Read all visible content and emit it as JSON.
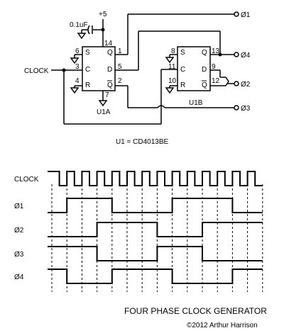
{
  "schematic": {
    "supply_label": "+5",
    "cap_label": "0.1uF",
    "clock_label": "CLOCK",
    "outputs": [
      "Ø1",
      "Ø4",
      "Ø2",
      "Ø3"
    ],
    "u1a": {
      "name": "U1A",
      "pins": {
        "s": "S",
        "c": "C",
        "r": "R",
        "d": "D",
        "q": "Q",
        "qbar": "Q"
      },
      "pin_numbers": {
        "vdd": "14",
        "s": "6",
        "c": "3",
        "r": "4",
        "q": "1",
        "d": "5",
        "qbar": "2",
        "vss": "7"
      }
    },
    "u1b": {
      "name": "U1B",
      "pins": {
        "s": "S",
        "c": "C",
        "r": "R",
        "d": "D",
        "q": "Q",
        "qbar": "Q"
      },
      "pin_numbers": {
        "s": "8",
        "c": "11",
        "r": "10",
        "q": "13",
        "d": "9",
        "qbar": "12"
      }
    },
    "part_note": "U1 = CD4013BE"
  },
  "timing": {
    "signals": [
      {
        "label": "CLOCK",
        "levels": [
          1,
          0,
          1,
          0,
          1,
          0,
          1,
          0,
          1,
          0,
          1,
          0,
          1,
          0,
          1,
          0,
          1,
          0,
          1,
          0,
          1,
          0,
          1,
          0,
          1,
          0,
          1,
          0
        ]
      },
      {
        "label": "Ø1",
        "levels": [
          0,
          0,
          1,
          1,
          1,
          1,
          1,
          1,
          0,
          0,
          0,
          0,
          0,
          0,
          0,
          0,
          1,
          1,
          1,
          1,
          1,
          1,
          1,
          1,
          0,
          0,
          0,
          0
        ]
      },
      {
        "label": "Ø2",
        "levels": [
          0,
          0,
          0,
          0,
          0,
          0,
          1,
          1,
          1,
          1,
          1,
          1,
          1,
          1,
          0,
          0,
          0,
          0,
          0,
          0,
          1,
          1,
          1,
          1,
          1,
          1,
          1,
          1
        ]
      },
      {
        "label": "Ø3",
        "levels": [
          1,
          1,
          1,
          1,
          1,
          1,
          0,
          0,
          0,
          0,
          0,
          0,
          0,
          0,
          1,
          1,
          1,
          1,
          1,
          1,
          0,
          0,
          0,
          0,
          0,
          0,
          0,
          0
        ]
      },
      {
        "label": "Ø4",
        "levels": [
          1,
          1,
          0,
          0,
          0,
          0,
          0,
          0,
          1,
          1,
          1,
          1,
          1,
          1,
          1,
          1,
          0,
          0,
          0,
          0,
          0,
          0,
          0,
          0,
          1,
          1,
          1,
          1
        ]
      }
    ]
  },
  "footer": {
    "title": "FOUR PHASE CLOCK GENERATOR",
    "copyright": "©2012 Arthur Harrison"
  }
}
